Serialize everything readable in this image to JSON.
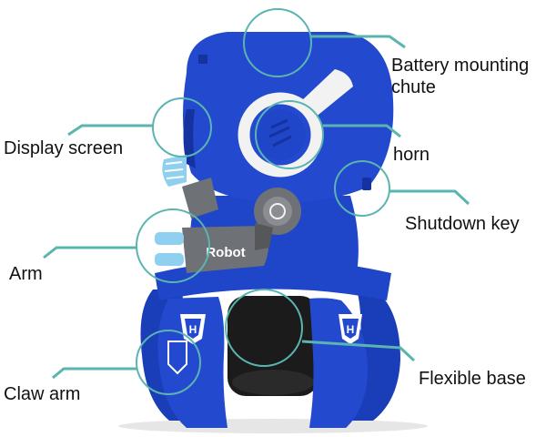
{
  "labels": {
    "battery_line1": "Battery mounting",
    "battery_line2": "chute",
    "display": "Display screen",
    "horn": "horn",
    "shutdown": "Shutdown key",
    "arm": "Arm",
    "claw": "Claw arm",
    "base": "Flexible base"
  },
  "robot_printed": {
    "brand": "Robot",
    "foot_letter": "H"
  },
  "colors": {
    "robot_blue": "#1f45c8",
    "robot_dark_blue": "#1533a0",
    "callout_teal": "#5ab5b0",
    "arm_gray": "#6e7175",
    "ring_white": "#f2f2f2",
    "light_blue_led": "#8fd0f0"
  }
}
